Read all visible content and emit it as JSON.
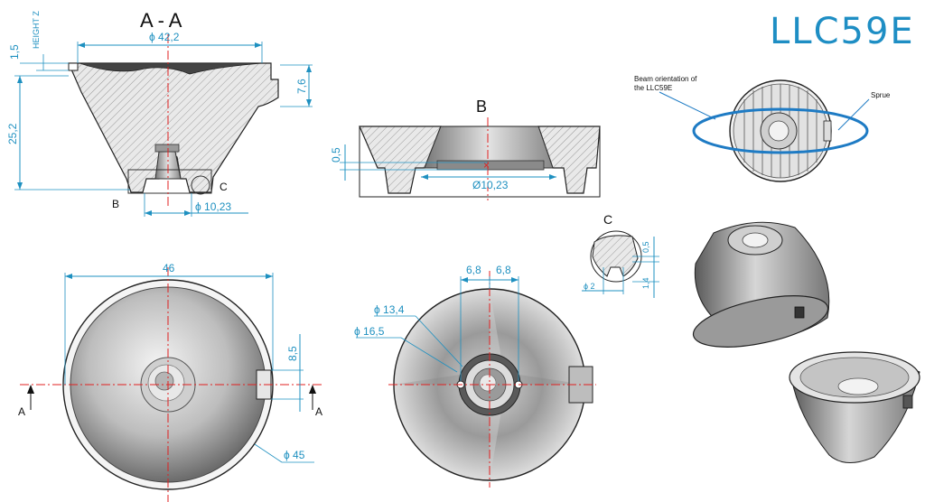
{
  "title": "LLC59E",
  "sections": {
    "section_aa": "A - A",
    "detail_b": "B",
    "detail_c": "C",
    "marker_b": "B",
    "marker_c": "C",
    "arrow_left": "A",
    "arrow_right": "A"
  },
  "dimensions": {
    "d_42_2": "ϕ 42,2",
    "height_z": "HEIGHT Z",
    "h_1_5": "1,5",
    "h_7_6": "7,6",
    "h_25_2": "25,2",
    "d_10_23": "ϕ 10,23",
    "b_0_5": "0,5",
    "b_d10_23": "Ø10,23",
    "c_0_5": "0,5",
    "c_1_4": "1,4",
    "c_d2": "ϕ 2",
    "w_46": "46",
    "w_8_5": "8,5",
    "d_45": "ϕ 45",
    "w_6_8a": "6,8",
    "w_6_8b": "6,8",
    "d_13_4": "ϕ 13,4",
    "d_16_5": "ϕ 16,5"
  },
  "annotations": {
    "beam_line1": "Beam orientation of",
    "beam_line2": "the LLC59E",
    "sprue": "Sprue"
  },
  "colors": {
    "dimension": "#1e90c0",
    "title": "#1e8ec4",
    "centerline": "#e02020",
    "ellipse": "#1e7bc4"
  }
}
